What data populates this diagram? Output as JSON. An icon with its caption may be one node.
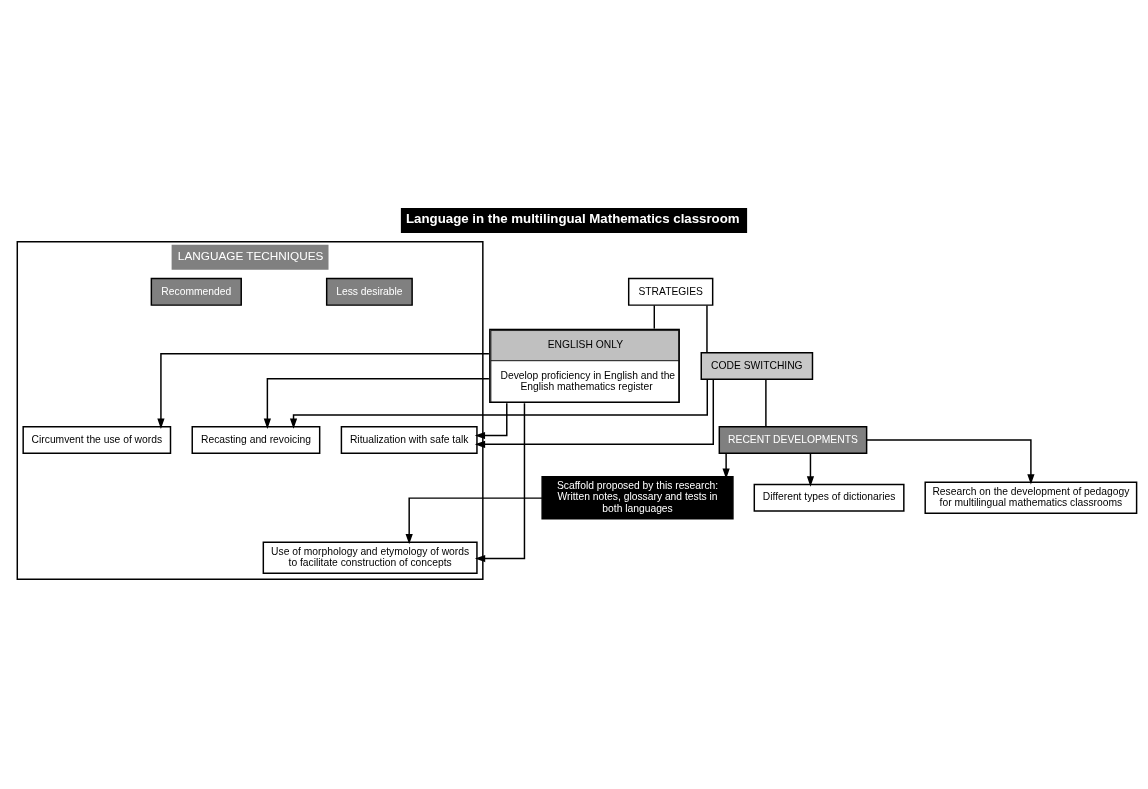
{
  "diagram": {
    "title": "Language in the multilingual Mathematics classroom",
    "nodes": [
      {
        "text": [
          "STRATEGIES"
        ]
      },
      {
        "text": [
          "ENGLISH ONLY",
          "Develop proficiency in English and the English mathematics register"
        ]
      },
      {
        "text": [
          "CODE SWITCHING"
        ]
      },
      {
        "text": [
          "LANGUAGE TECHNIQUES"
        ]
      },
      {
        "text": [
          "Less desirable"
        ],
        "in": 3
      },
      {
        "text": [
          "Circumvent the use of words"
        ],
        "in": 3
      },
      {
        "text": [
          "Ritualization with safe talk"
        ],
        "in": 3
      },
      {
        "text": [
          "Recommended"
        ],
        "in": 3
      },
      {
        "text": [
          "Recasting and revoicing"
        ],
        "in": 3
      },
      {
        "text": [
          "Use of morphology and etymology of words to facilitate construction of concepts"
        ],
        "in": 3
      },
      {
        "text": [
          "RECENT DEVELOPMENTS"
        ]
      },
      {
        "text": [
          "Different types of dictionaries"
        ]
      },
      {
        "text": [
          "Research on the development of pedagogy for multilingual mathematics classrooms"
        ]
      },
      {
        "text": [
          "Scaffold proposed by this research: Written notes, glossary and tests in both languages"
        ]
      }
    ],
    "edges": [
      {
        "from": 0,
        "to": 1,
        "arrow": "none"
      },
      {
        "from": 0,
        "to": 2,
        "arrow": "none"
      },
      {
        "from": 2,
        "to": 10,
        "arrow": "none"
      },
      {
        "from": 1,
        "to": 5,
        "arrow": "to"
      },
      {
        "from": 1,
        "to": 6,
        "arrow": "to"
      },
      {
        "from": 1,
        "to": 8,
        "arrow": "to"
      },
      {
        "from": 1,
        "to": 9,
        "arrow": "to"
      },
      {
        "from": 2,
        "to": 6,
        "arrow": "to"
      },
      {
        "from": 2,
        "to": 8,
        "arrow": "to"
      },
      {
        "from": 10,
        "to": 11,
        "arrow": "to"
      },
      {
        "from": 10,
        "to": 12,
        "arrow": "to"
      },
      {
        "from": 10,
        "to": 13,
        "arrow": "to"
      },
      {
        "from": 13,
        "to": 9,
        "arrow": "to"
      }
    ]
  }
}
